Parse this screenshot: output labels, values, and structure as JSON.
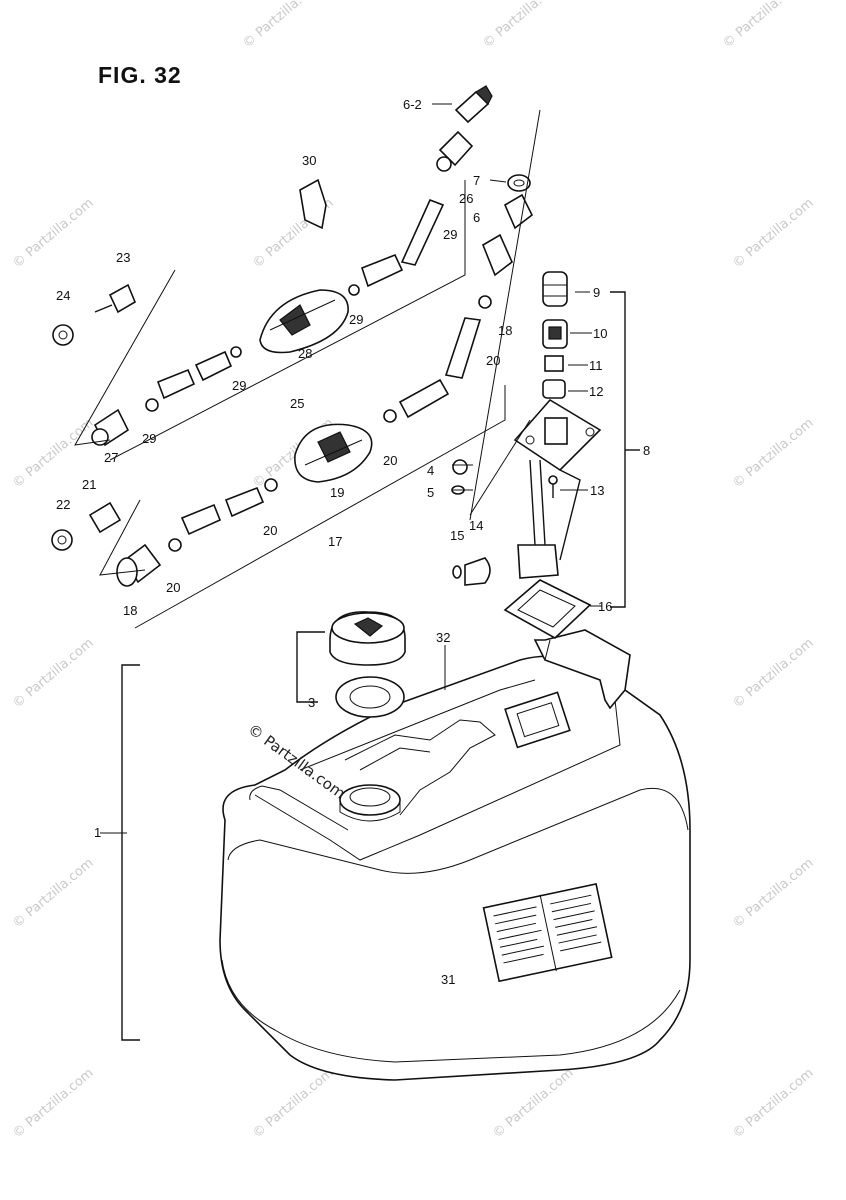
{
  "figure_title": "FIG. 32",
  "watermark_text": "© Partzilla.com",
  "callouts": {
    "p1": "1",
    "p3": "3",
    "p4": "4",
    "p5": "5",
    "p6": "6",
    "p6_2": "6-2",
    "p7": "7",
    "p8": "8",
    "p9": "9",
    "p10": "10",
    "p11": "11",
    "p12": "12",
    "p13": "13",
    "p14": "14",
    "p15": "15",
    "p16": "16",
    "p17": "17",
    "p18a": "18",
    "p18b": "18",
    "p19": "19",
    "p20a": "20",
    "p20b": "20",
    "p20c": "20",
    "p20d": "20",
    "p21": "21",
    "p22": "22",
    "p23": "23",
    "p24": "24",
    "p25": "25",
    "p26": "26",
    "p27": "27",
    "p28": "28",
    "p29a": "29",
    "p29b": "29",
    "p29c": "29",
    "p29d": "29",
    "p30": "30",
    "p31": "31",
    "p32": "32"
  }
}
